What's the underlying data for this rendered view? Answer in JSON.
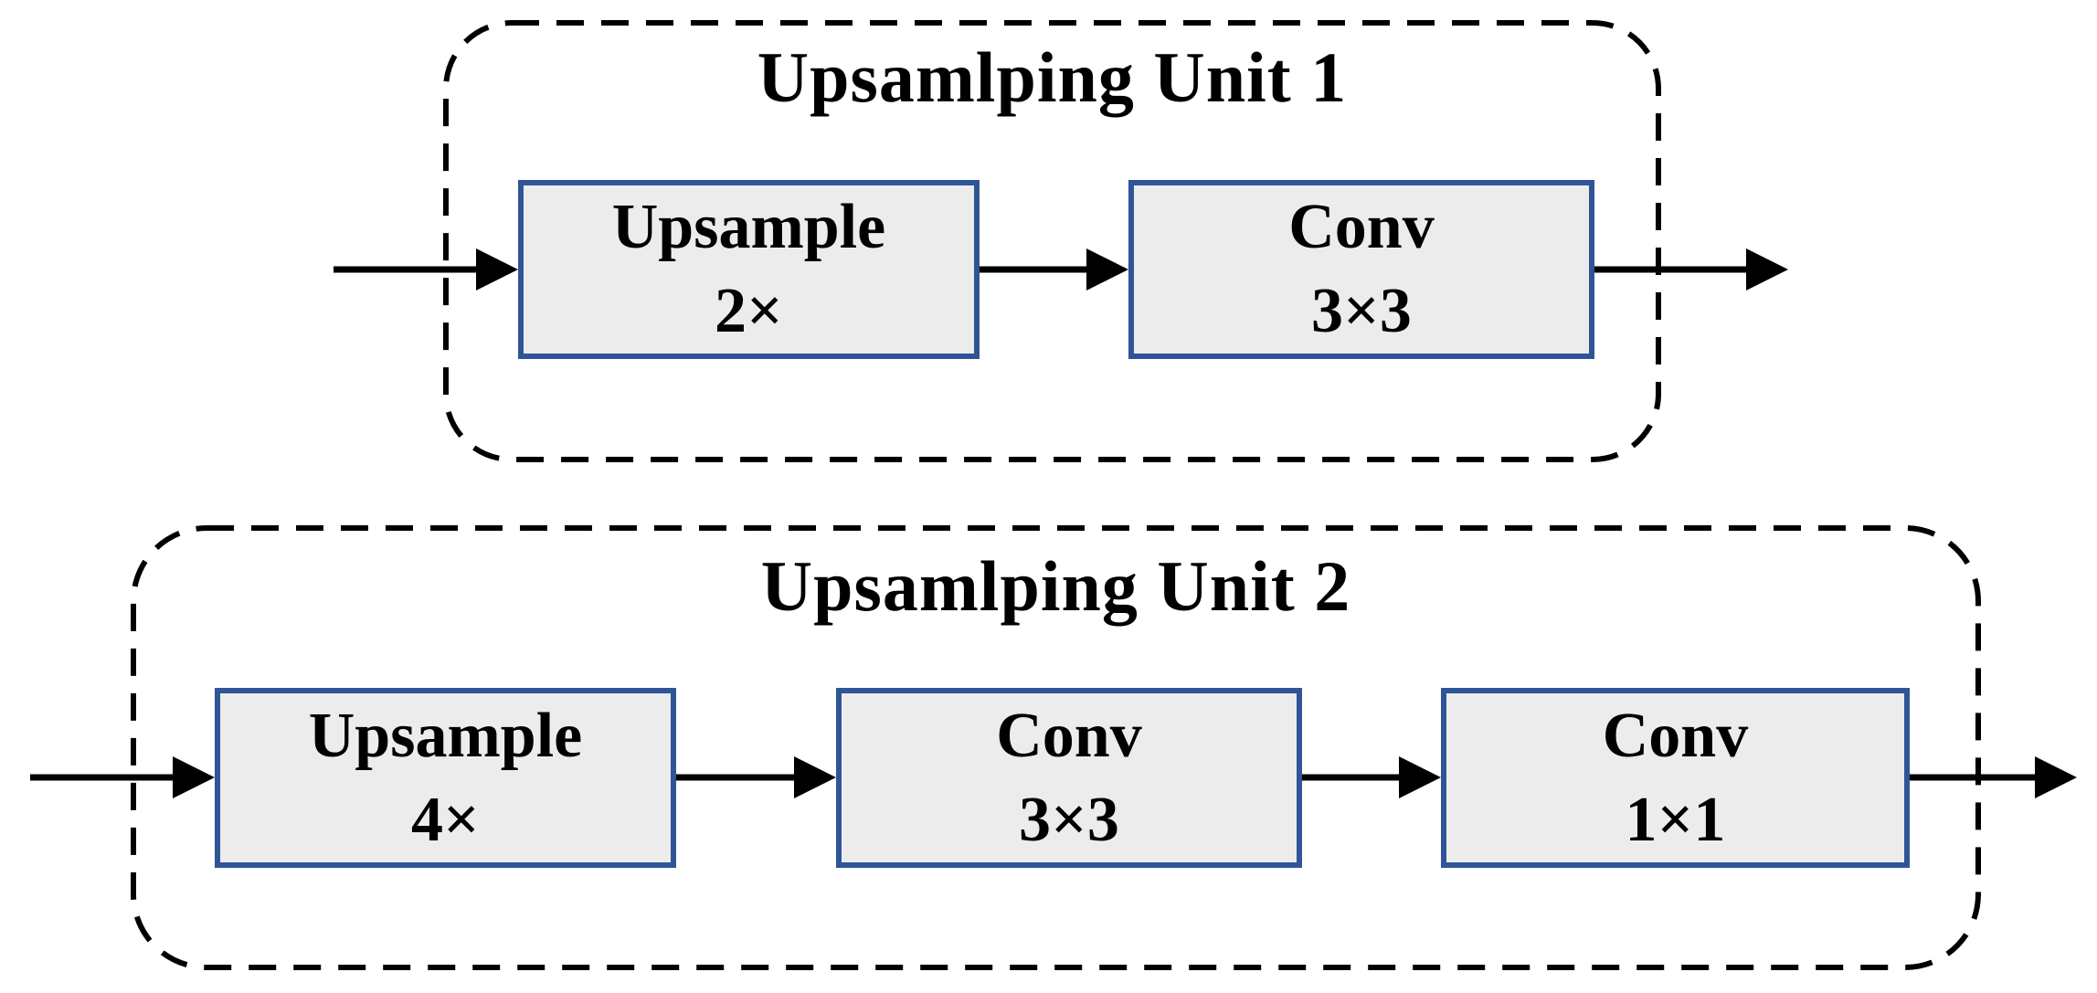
{
  "figure": {
    "units": [
      {
        "title": "Upsamlping Unit 1",
        "blocks": [
          {
            "line1": "Upsample",
            "line2": "2×"
          },
          {
            "line1": "Conv",
            "line2": "3×3"
          }
        ]
      },
      {
        "title": "Upsamlping Unit 2",
        "blocks": [
          {
            "line1": "Upsample",
            "line2": "4×"
          },
          {
            "line1": "Conv",
            "line2": "3×3"
          },
          {
            "line1": "Conv",
            "line2": "1×1"
          }
        ]
      }
    ],
    "colors": {
      "block_border": "#2F5597",
      "block_fill": "#ECECEC",
      "outline": "#000000"
    }
  }
}
